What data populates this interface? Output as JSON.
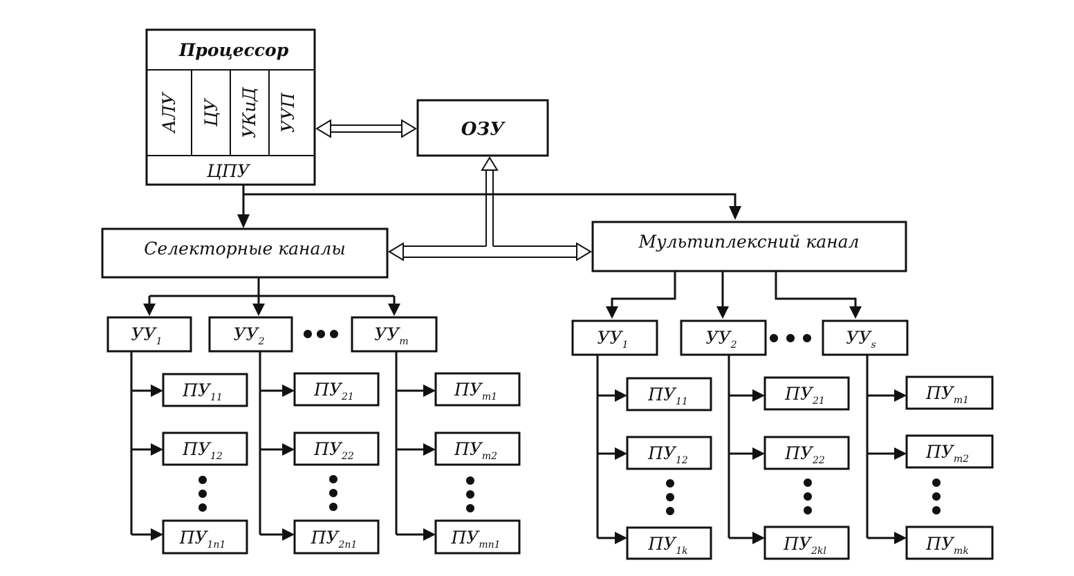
{
  "processor": {
    "title": "Процессор",
    "units": [
      "АЛУ",
      "ЦУ",
      "УКиД",
      "УУП"
    ],
    "cpu_label": "ЦПУ"
  },
  "ram": {
    "label": "ОЗУ"
  },
  "selector_channels": {
    "label": "Селекторные каналы"
  },
  "multiplex_channel": {
    "label": "Мультиплексний канал"
  },
  "left": {
    "controllers": [
      {
        "base": "УУ",
        "sub": "1"
      },
      {
        "base": "УУ",
        "sub": "2"
      },
      {
        "base": "УУ",
        "sub": "m"
      }
    ],
    "devices": [
      [
        {
          "base": "ПУ",
          "sub": "11"
        },
        {
          "base": "ПУ",
          "sub": "12"
        },
        {
          "base": "ПУ",
          "sub": "1n1"
        }
      ],
      [
        {
          "base": "ПУ",
          "sub": "21"
        },
        {
          "base": "ПУ",
          "sub": "22"
        },
        {
          "base": "ПУ",
          "sub": "2n1"
        }
      ],
      [
        {
          "base": "ПУ",
          "sub": "m1"
        },
        {
          "base": "ПУ",
          "sub": "m2"
        },
        {
          "base": "ПУ",
          "sub": "mn1"
        }
      ]
    ]
  },
  "right": {
    "controllers": [
      {
        "base": "УУ",
        "sub": "1"
      },
      {
        "base": "УУ",
        "sub": "2"
      },
      {
        "base": "УУ",
        "sub": "s"
      }
    ],
    "devices": [
      [
        {
          "base": "ПУ",
          "sub": "11"
        },
        {
          "base": "ПУ",
          "sub": "12"
        },
        {
          "base": "ПУ",
          "sub": "1k"
        }
      ],
      [
        {
          "base": "ПУ",
          "sub": "21"
        },
        {
          "base": "ПУ",
          "sub": "22"
        },
        {
          "base": "ПУ",
          "sub": "2kl"
        }
      ],
      [
        {
          "base": "ПУ",
          "sub": "m1"
        },
        {
          "base": "ПУ",
          "sub": "m2"
        },
        {
          "base": "ПУ",
          "sub": "mk"
        }
      ]
    ]
  }
}
